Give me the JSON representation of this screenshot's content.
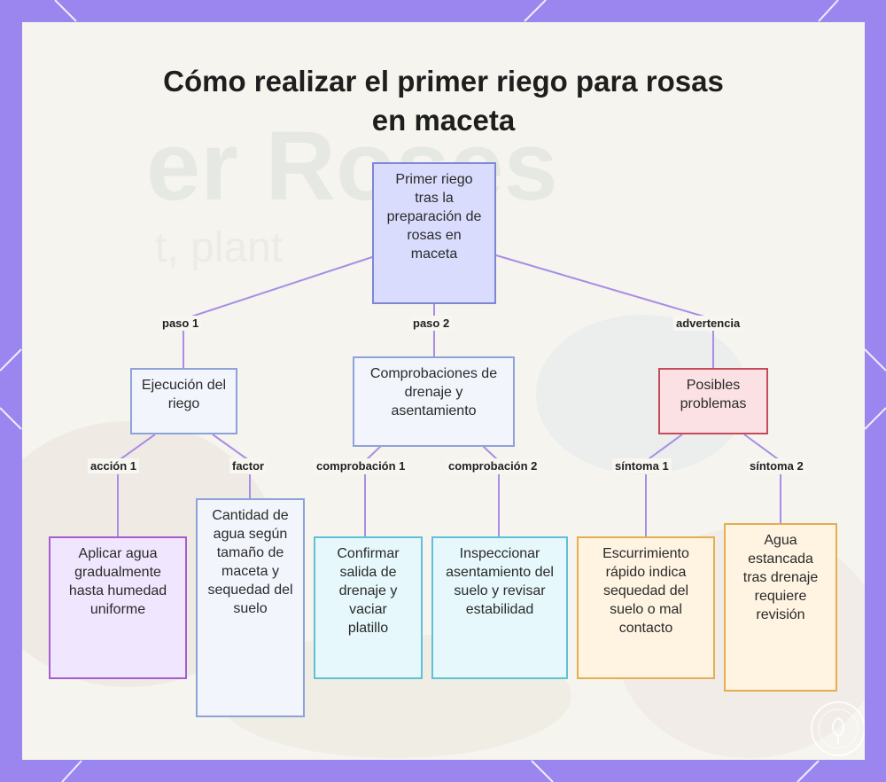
{
  "title": "Cómo realizar el primer riego para rosas en maceta",
  "nodes": {
    "root": "Primer riego tras la preparación de rosas en maceta",
    "step1": "Ejecución del riego",
    "step2": "Comprobaciones de drenaje y asentamiento",
    "warning": "Posibles problemas",
    "action1": "Aplicar agua gradualmente hasta humedad uniforme",
    "factor": "Cantidad de agua según tamaño de maceta y sequedad del suelo",
    "check1": "Confirmar salida de drenaje y vaciar platillo",
    "check2": "Inspeccionar asentamiento del suelo y revisar estabilidad",
    "symptom1": "Escurrimiento rápido indica sequedad del suelo o mal contacto",
    "symptom2": "Agua estancada tras drenaje requiere revisión"
  },
  "edges": {
    "paso1": "paso 1",
    "paso2": "paso 2",
    "advertencia": "advertencia",
    "accion1": "acción 1",
    "factor": "factor",
    "comprobacion1": "comprobación 1",
    "comprobacion2": "comprobación 2",
    "sintoma1": "síntoma 1",
    "sintoma2": "síntoma 2"
  },
  "colors": {
    "frame": "#9b86f0",
    "link": "#a98de6",
    "root": "#d9dcfc",
    "warning": "#c54b5b",
    "purple": "#a45fcd",
    "cyan": "#5fc1d5",
    "amber": "#e5ae50"
  }
}
